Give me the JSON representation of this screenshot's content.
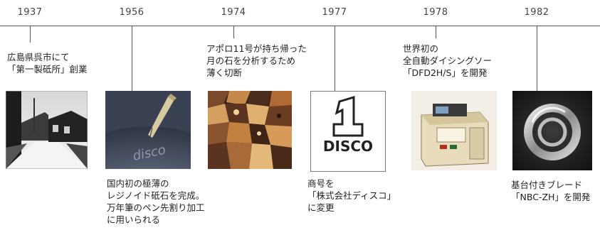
{
  "events": [
    {
      "year": "1937",
      "caption_lines": [
        "広島県呉市にて",
        "「第一製砥所」創業"
      ],
      "photo": "black-and-white-town-street-photo"
    },
    {
      "year": "1956",
      "caption_lines": [
        "国内初の極薄の",
        "レジノイド砥石を完成。",
        "万年筆のペン先割り加工",
        "に用いられる"
      ],
      "photo": "fountain-pen-nib-on-disco-blade-photo"
    },
    {
      "year": "1974",
      "caption_lines": [
        "アポロ11号が持ち帰った",
        "月の石を分析するため",
        "薄く切断"
      ],
      "photo": "moon-rock-thin-section-photo"
    },
    {
      "year": "1977",
      "caption_lines": [
        "商号を",
        "「株式会社ディスコ」",
        "に変更"
      ],
      "photo": "disco-logo",
      "logo_text": "DISCO"
    },
    {
      "year": "1978",
      "caption_lines": [
        "世界初の",
        "全自動ダイシングソー",
        "「DFD2H/S」を開発"
      ],
      "photo": "dicing-saw-machine-photo"
    },
    {
      "year": "1982",
      "caption_lines": [
        "基台付きブレード",
        "「NBC-ZH」を開発"
      ],
      "photo": "hub-blade-photo"
    }
  ],
  "colors": {
    "axis": "#555555",
    "text": "#222222",
    "year_text": "#444444"
  }
}
